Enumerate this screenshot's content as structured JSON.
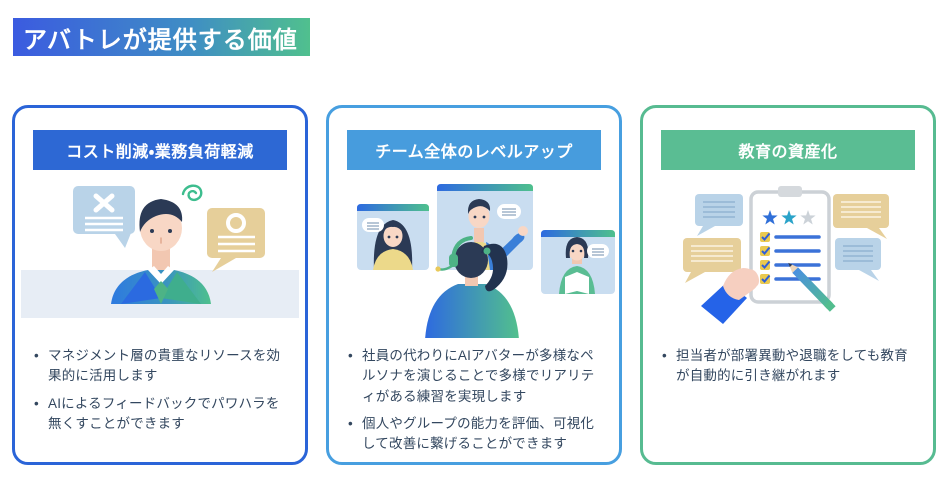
{
  "page": {
    "title": "アバトレが提供する価値",
    "background": "#ffffff",
    "title_gradient": [
      "#3b5be0",
      "#50c08e"
    ]
  },
  "palette": {
    "card1_accent": "#2a64d8",
    "card2_accent": "#479fe0",
    "card3_accent": "#57bb91",
    "body_text": "#33475f",
    "bubble_blue": "#b9d3e8",
    "bubble_tan": "#e6cf9a",
    "illustration_green": "#4ebd8e",
    "illustration_blue": "#2e7ae0"
  },
  "cards": [
    {
      "id": "cost-reduction",
      "header": "コスト削減・業務負荷軽減",
      "illustration": "man-with-ok-ng-feedback-bubbles",
      "bullets": [
        "マネジメント層の貴重なリソースを効果的に活用します",
        "AIによるフィードバックでパワハラを無くすことができます"
      ]
    },
    {
      "id": "team-level-up",
      "header": "チーム全体のレベルアップ",
      "illustration": "video-call-with-ai-avatars",
      "bullets": [
        "社員の代わりにAIアバターが多様なペルソナを演じることで多様でリアリティがある練習を実現します",
        "個人やグループの能力を評価、可視化して改善に繋げることができます"
      ]
    },
    {
      "id": "education-asset",
      "header": "教育の資産化",
      "illustration": "hand-holding-evaluation-clipboard",
      "bullets": [
        "担当者が部署異動や退職をしても教育が自動的に引き継がれます"
      ]
    }
  ]
}
